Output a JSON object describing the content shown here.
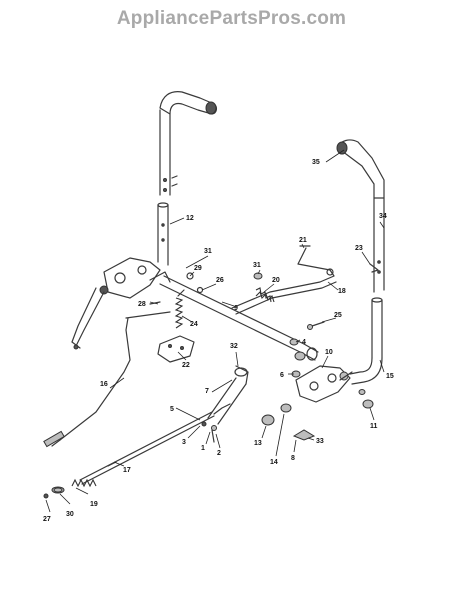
{
  "watermark": "AppliancePartsPros.com",
  "callouts": {
    "c1": "1",
    "c2": "2",
    "c3": "3",
    "c4": "4",
    "c5": "5",
    "c6": "6",
    "c7": "7",
    "c8": "8",
    "c9": "9",
    "c10": "10",
    "c11": "11",
    "c12": "12",
    "c13": "13",
    "c14": "14",
    "c15": "15",
    "c16": "16",
    "c17": "17",
    "c18": "18",
    "c19": "19",
    "c20": "20",
    "c21": "21",
    "c22": "22",
    "c23": "23",
    "c24": "24",
    "c25": "25",
    "c26": "26",
    "c27": "27",
    "c28": "28",
    "c29": "29",
    "c30": "30",
    "c31a": "31",
    "c31b": "31",
    "c32": "32",
    "c33": "33",
    "c34": "34",
    "c35": "35"
  }
}
